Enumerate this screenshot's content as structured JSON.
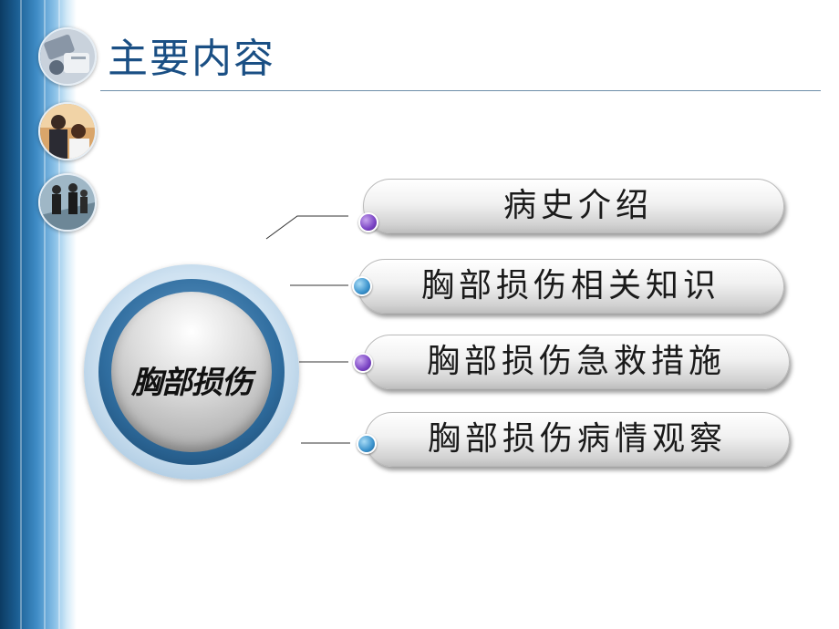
{
  "page": {
    "title": "主要内容"
  },
  "hub": {
    "label": "胸部损伤"
  },
  "items": [
    {
      "label": "病史介绍",
      "dot_color": "purple"
    },
    {
      "label": "胸部损伤相关知识",
      "dot_color": "blue"
    },
    {
      "label": "胸部损伤急救措施",
      "dot_color": "purple"
    },
    {
      "label": "胸部损伤病情观察",
      "dot_color": "blue"
    }
  ],
  "colors": {
    "title": "#1a4f84",
    "band_dark": "#0c3b63",
    "band_light": "#8cc2e8"
  }
}
